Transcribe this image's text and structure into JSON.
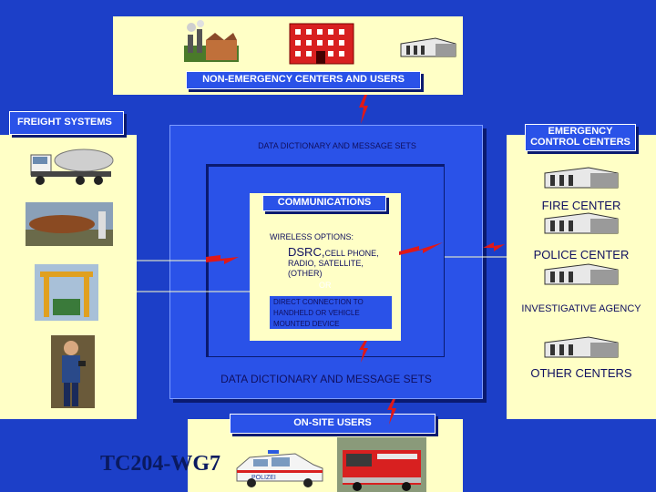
{
  "colors": {
    "background": "#1c3fc8",
    "panel": "#ffffc6",
    "label_box": "#2a52e8",
    "lightning": "#e01818",
    "text_dark": "#101060"
  },
  "top": {
    "label": "NON-EMERGENCY CENTERS AND USERS"
  },
  "freight": {
    "label": "FREIGHT SYSTEMS"
  },
  "emergency": {
    "label": "EMERGENCY CONTROL CENTERS",
    "centers": [
      "FIRE CENTER",
      "POLICE CENTER",
      "INVESTIGATIVE AGENCY",
      "OTHER CENTERS"
    ]
  },
  "core": {
    "outer_label": "DATA DICTIONARY AND MESSAGE SETS",
    "inner_label": "DATA DICTIONARY AND MESSAGE SETS",
    "communications": "COMMUNICATIONS",
    "wireless_title": "WIRELESS OPTIONS:",
    "wireless_dsrc": "DSRC,",
    "wireless_rest1": "CELL PHONE,",
    "wireless_rest2": "RADIO, SATELLITE,",
    "wireless_rest3": "(OTHER)",
    "or": "OR",
    "direct1": "DIRECT CONNECTION TO",
    "direct2": "HANDHELD OR VEHICLE",
    "direct3": "MOUNTED DEVICE"
  },
  "onsite": {
    "label": "ON-SITE USERS",
    "vehicle_text": "POLIZEI"
  },
  "footer": {
    "title": "TC204-WG7"
  }
}
